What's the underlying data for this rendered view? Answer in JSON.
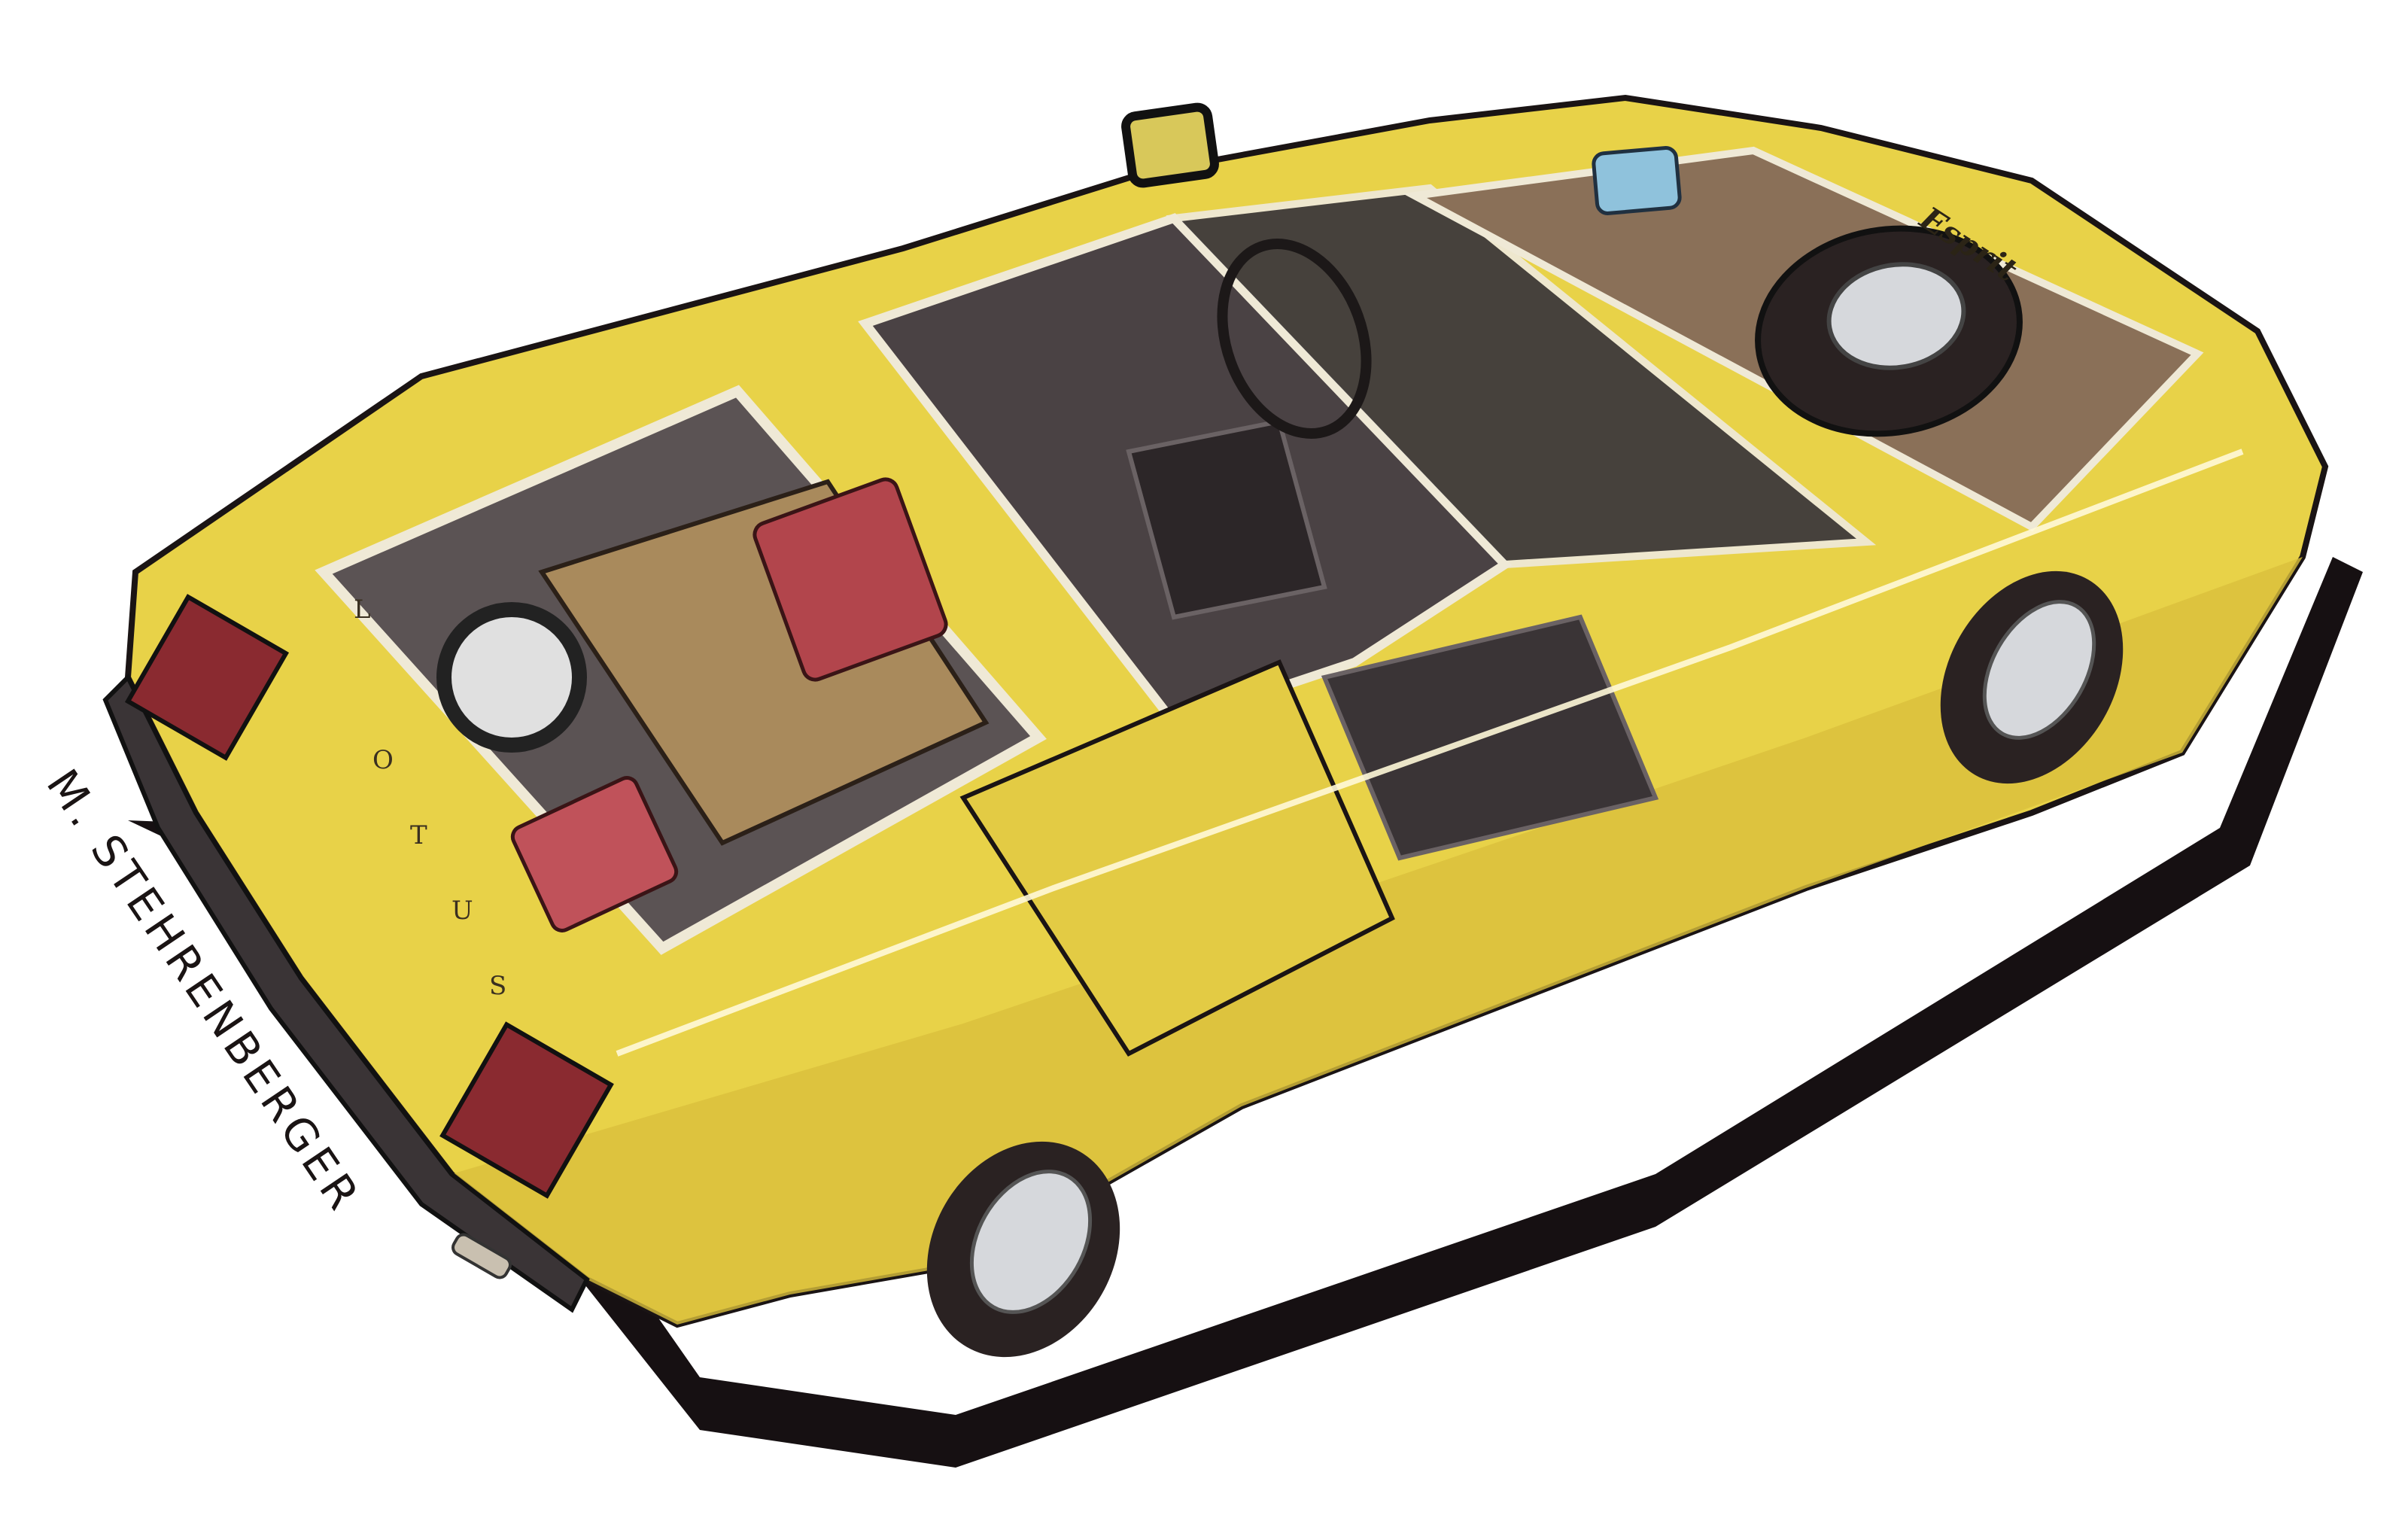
{
  "illustration": {
    "subject": "Cutaway illustration of a yellow wedge-shaped sports car",
    "signature": "M. STEHRENBERGER",
    "badge_text": "Esprit",
    "bonnet_lettering": [
      "L",
      "O",
      "T",
      "U",
      "S"
    ],
    "colors": {
      "background": "#ffffff",
      "body_yellow": "#e8d248",
      "body_yellow_shadow": "#c9a93a",
      "shadow_black": "#161012",
      "interior_grey": "#5b5354",
      "engine_red": "#b2454c",
      "engine_cover_tan": "#a98a5c",
      "tyre_black": "#2a2222",
      "wheel_silver": "#d6d8dc",
      "coolant_blue": "#8fc2dc"
    }
  }
}
